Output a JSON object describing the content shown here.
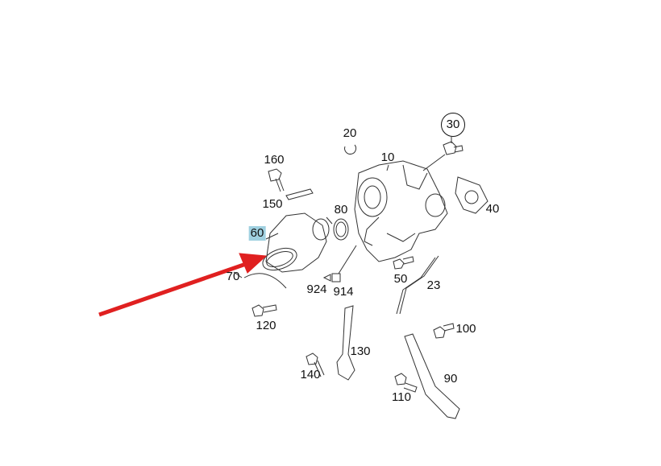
{
  "diagram": {
    "part_labels": {
      "p30": "30",
      "p20": "20",
      "p10": "10",
      "p160": "160",
      "p150": "150",
      "p80": "80",
      "p40": "40",
      "p60": "60",
      "p70": "70",
      "p924": "924",
      "p914": "914",
      "p50": "50",
      "p23": "23",
      "p120": "120",
      "p100": "100",
      "p130": "130",
      "p140": "140",
      "p90": "90",
      "p110": "110"
    },
    "highlighted_part": "60",
    "highlight_color": "#9fd0e0",
    "arrow_color": "#e02020"
  }
}
